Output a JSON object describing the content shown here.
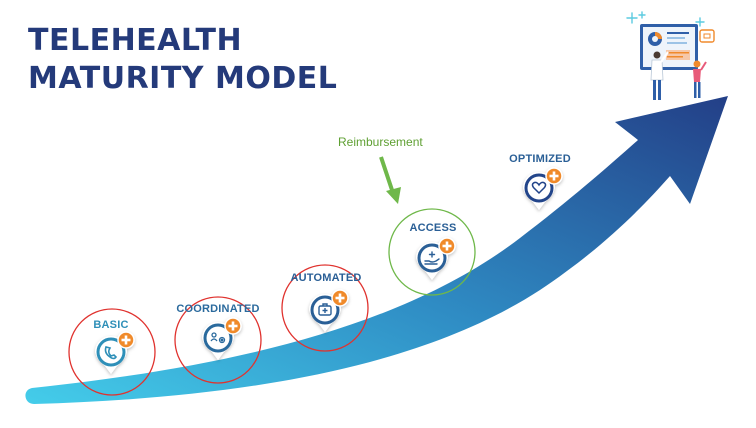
{
  "title": {
    "line1": "TELEHEALTH",
    "line2": "MATURITY MODEL"
  },
  "annotation": {
    "text": "Reimbursement",
    "color": "#5fa033"
  },
  "stages": [
    {
      "label": "BASIC",
      "icon": "phone-icon",
      "highlight": "red"
    },
    {
      "label": "COORDINATED",
      "icon": "people-gear-icon",
      "highlight": "red"
    },
    {
      "label": "AUTOMATED",
      "icon": "medical-kit-icon",
      "highlight": "red"
    },
    {
      "label": "ACCESS",
      "icon": "hand-plus-icon",
      "highlight": "green"
    },
    {
      "label": "OPTIMIZED",
      "icon": "heart-icon",
      "highlight": "none"
    }
  ],
  "colors": {
    "title": "#243a7a",
    "arrow_start": "#3fc6e6",
    "arrow_end": "#24448a",
    "plus_badge": "#f08a2c",
    "highlight_red": "#e0332f",
    "highlight_green": "#6fb84a"
  }
}
